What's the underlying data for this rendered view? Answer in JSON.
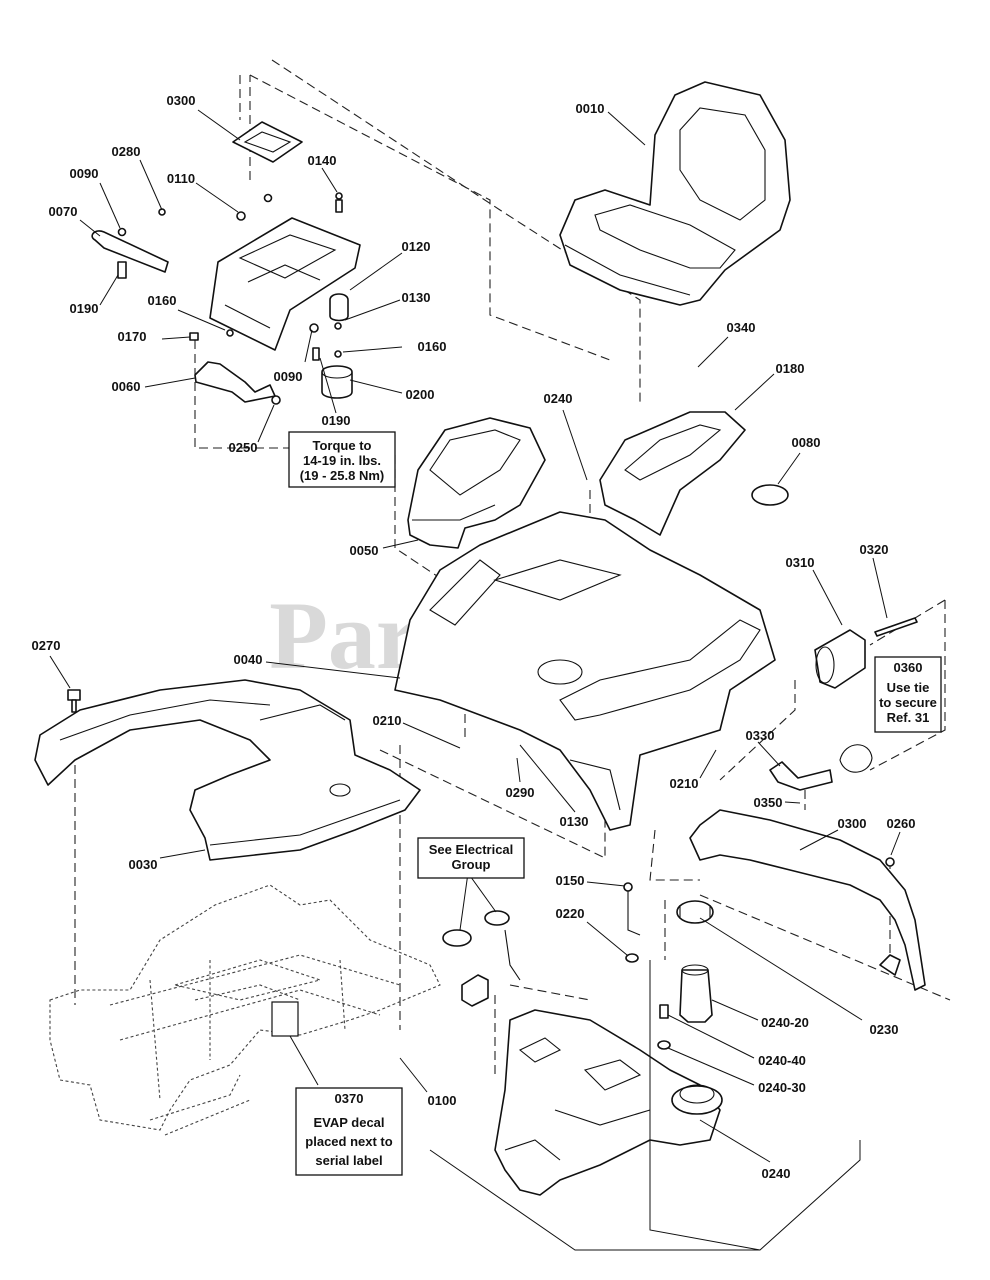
{
  "watermark": "PartsTree",
  "callouts": [
    {
      "id": "c0300a",
      "text": "0300"
    },
    {
      "id": "c0010",
      "text": "0010"
    },
    {
      "id": "c0280",
      "text": "0280"
    },
    {
      "id": "c0140",
      "text": "0140"
    },
    {
      "id": "c0090a",
      "text": "0090"
    },
    {
      "id": "c0110",
      "text": "0110"
    },
    {
      "id": "c0070",
      "text": "0070"
    },
    {
      "id": "c0120",
      "text": "0120"
    },
    {
      "id": "c0130a",
      "text": "0130"
    },
    {
      "id": "c0190a",
      "text": "0190"
    },
    {
      "id": "c0160a",
      "text": "0160"
    },
    {
      "id": "c0170",
      "text": "0170"
    },
    {
      "id": "c0160b",
      "text": "0160"
    },
    {
      "id": "c0340",
      "text": "0340"
    },
    {
      "id": "c0090b",
      "text": "0090"
    },
    {
      "id": "c0060",
      "text": "0060"
    },
    {
      "id": "c0180",
      "text": "0180"
    },
    {
      "id": "c0190b",
      "text": "0190"
    },
    {
      "id": "c0200",
      "text": "0200"
    },
    {
      "id": "c0240a",
      "text": "0240"
    },
    {
      "id": "c0250",
      "text": "0250"
    },
    {
      "id": "c0080",
      "text": "0080"
    },
    {
      "id": "c0050",
      "text": "0050"
    },
    {
      "id": "c0310",
      "text": "0310"
    },
    {
      "id": "c0320",
      "text": "0320"
    },
    {
      "id": "c0270",
      "text": "0270"
    },
    {
      "id": "c0040",
      "text": "0040"
    },
    {
      "id": "c0210a",
      "text": "0210"
    },
    {
      "id": "c0330",
      "text": "0330"
    },
    {
      "id": "c0290",
      "text": "0290"
    },
    {
      "id": "c0210b",
      "text": "0210"
    },
    {
      "id": "c0350",
      "text": "0350"
    },
    {
      "id": "c0130b",
      "text": "0130"
    },
    {
      "id": "c0300b",
      "text": "0300"
    },
    {
      "id": "c0260",
      "text": "0260"
    },
    {
      "id": "c0030",
      "text": "0030"
    },
    {
      "id": "c0150",
      "text": "0150"
    },
    {
      "id": "c0220",
      "text": "0220"
    },
    {
      "id": "c0230",
      "text": "0230"
    },
    {
      "id": "c0240-20",
      "text": "0240-20"
    },
    {
      "id": "c0240-40",
      "text": "0240-40"
    },
    {
      "id": "c0240-30",
      "text": "0240-30"
    },
    {
      "id": "c0100",
      "text": "0100"
    },
    {
      "id": "c0370",
      "text": "0370"
    },
    {
      "id": "c0240b",
      "text": "0240"
    }
  ],
  "notes": {
    "torque": [
      "Torque to",
      "14-19 in. lbs.",
      "(19 - 25.8 Nm)"
    ],
    "ref0360": [
      "0360",
      "Use tie",
      "to secure",
      "Ref. 31"
    ],
    "electrical": [
      "See Electrical",
      "Group"
    ],
    "evap": [
      "EVAP decal",
      "placed next to",
      "serial label"
    ]
  }
}
